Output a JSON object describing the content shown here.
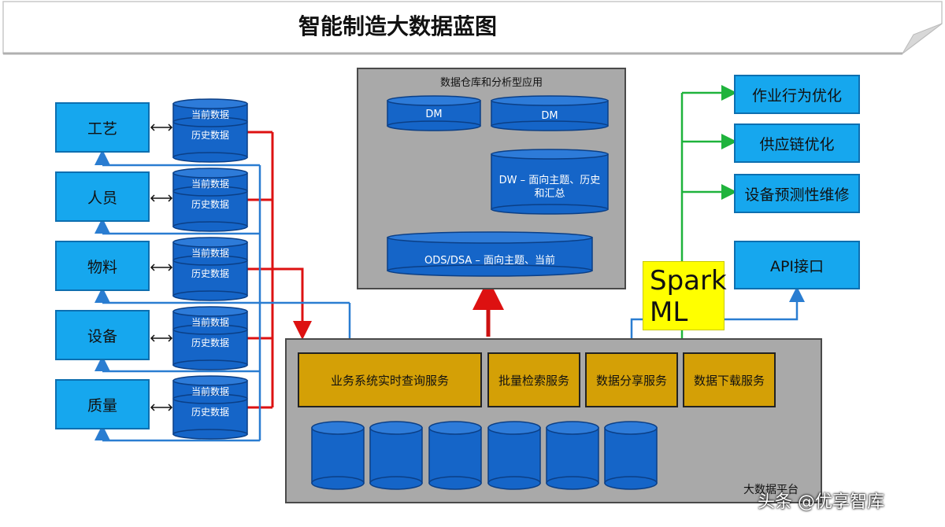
{
  "title": "智能制造大数据蓝图",
  "sources": [
    {
      "label": "工艺",
      "db_current": "当前数据",
      "db_history": "历史数据"
    },
    {
      "label": "人员",
      "db_current": "当前数据",
      "db_history": "历史数据"
    },
    {
      "label": "物料",
      "db_current": "当前数据",
      "db_history": "历史数据"
    },
    {
      "label": "设备",
      "db_current": "当前数据",
      "db_history": "历史数据"
    },
    {
      "label": "质量",
      "db_current": "当前数据",
      "db_history": "历史数据"
    }
  ],
  "warehouse": {
    "title": "数据仓库和分析型应用",
    "dm1": "DM",
    "dm2": "DM",
    "dw": "DW – 面向主题、历史和汇总",
    "ods": "ODS/DSA – 面向主题、当前"
  },
  "platform": {
    "label": "大数据平台",
    "services": [
      "业务系统实时查询服务",
      "批量检索服务",
      "数据分享服务",
      "数据下载服务"
    ]
  },
  "spark": "Spark ML",
  "applications": [
    "作业行为优化",
    "供应链优化",
    "设备预测性维修",
    "API接口"
  ],
  "watermark": "头条 @优享智库",
  "colors": {
    "box_blue": "#16a7ee",
    "db_blue": "#1565c8",
    "red": "#dd1111",
    "green": "#1fb33c",
    "line_blue": "#2a7dd1",
    "service_gold": "#d4a006",
    "spark_yellow": "#ffff00"
  }
}
